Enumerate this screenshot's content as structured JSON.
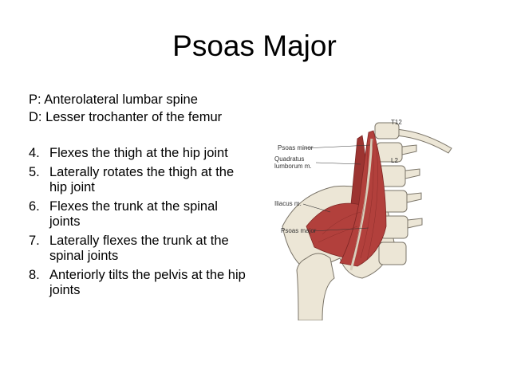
{
  "slide": {
    "title": "Psoas Major",
    "origin": "P:  Anterolateral lumbar spine",
    "insertion": "D:  Lesser trochanter of the femur",
    "actions": [
      {
        "num": "4.",
        "text": "Flexes the thigh at the hip joint"
      },
      {
        "num": "5.",
        "text": "Laterally rotates the thigh at the hip joint"
      },
      {
        "num": "6.",
        "text": "Flexes the trunk at the spinal joints"
      },
      {
        "num": "7.",
        "text": "Laterally flexes the trunk at the spinal joints"
      },
      {
        "num": "8.",
        "text": "Anteriorly tilts the pelvis at the hip joints"
      }
    ]
  },
  "illustration": {
    "labels": {
      "t12": "T12",
      "l2": "L2",
      "psoas_minor": "Psoas minor",
      "quadratus_1": "Quadratus",
      "quadratus_2": "lumborum m.",
      "iliacus": "Iliacus m.",
      "psoas_major": "Psoas major"
    },
    "colors": {
      "muscle": "#b2403c",
      "muscle_dark": "#7e2624",
      "bone": "#ece6d6",
      "bone_outline": "#7a7468"
    }
  }
}
